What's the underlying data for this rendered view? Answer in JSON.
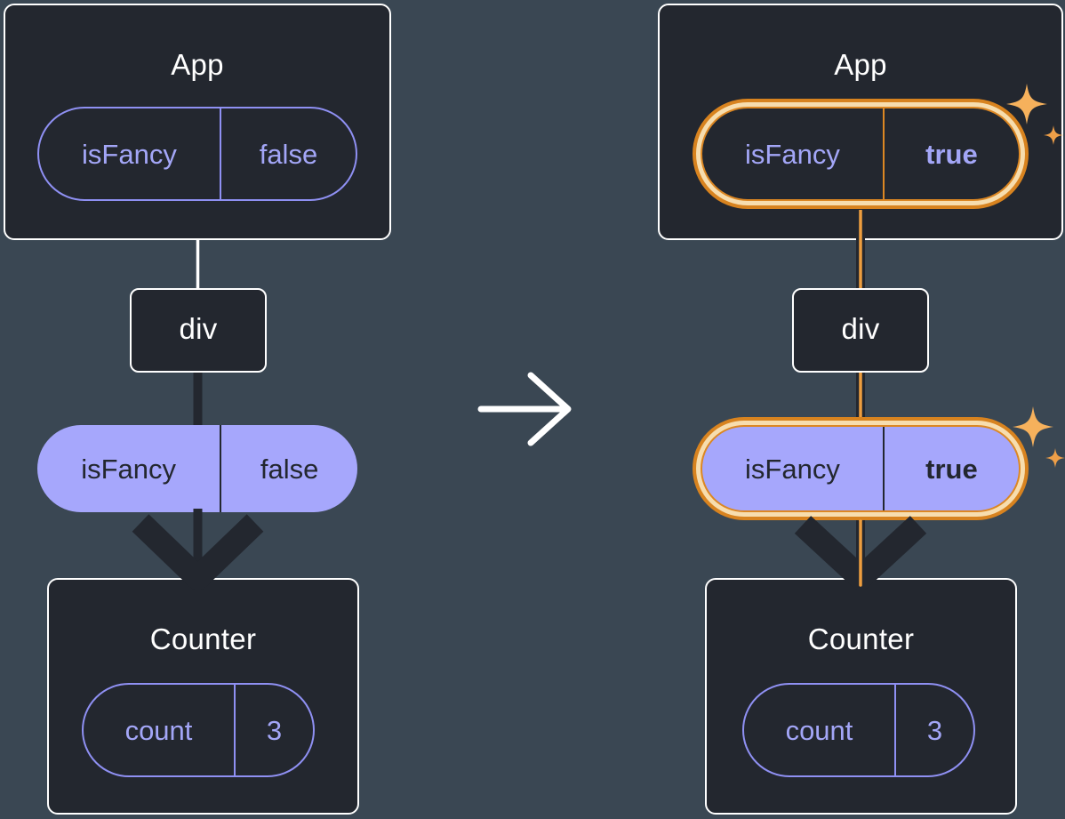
{
  "colors": {
    "background": "#3a4753",
    "node_fill": "#23272f",
    "node_border": "#ffffff",
    "purple_text": "#a3a6f7",
    "purple_border": "#8f90f3",
    "purple_fill": "#a6a7fc",
    "arrow_dark": "#23272f",
    "highlight_orange": "#d8831f",
    "highlight_cream": "#f7ddae",
    "flow_orange": "#ee9e3f",
    "sparkle_orange": "#f6b15c",
    "sparkle_orange_small": "#ee9f48",
    "white": "#ffffff"
  },
  "icons": {
    "transition": "arrow-right-icon",
    "flow": "arrow-down-icon",
    "sparkle": "sparkle-icon"
  },
  "left_tree": {
    "app": {
      "label": "App",
      "state": {
        "key": "isFancy",
        "value": "false"
      }
    },
    "container": {
      "label": "div"
    },
    "passed_prop": {
      "key": "isFancy",
      "value": "false"
    },
    "counter": {
      "label": "Counter",
      "state": {
        "key": "count",
        "value": "3"
      }
    }
  },
  "right_tree": {
    "app": {
      "label": "App",
      "state": {
        "key": "isFancy",
        "value": "true"
      }
    },
    "container": {
      "label": "div"
    },
    "passed_prop": {
      "key": "isFancy",
      "value": "true"
    },
    "counter": {
      "label": "Counter",
      "state": {
        "key": "count",
        "value": "3"
      }
    }
  }
}
